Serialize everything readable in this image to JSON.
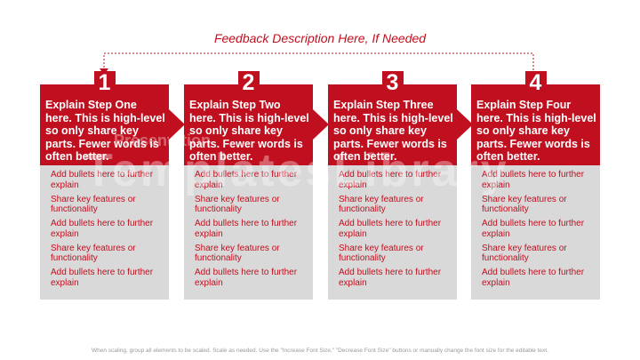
{
  "feedback": {
    "title": "Feedback Description Here, If Needed"
  },
  "steps": [
    {
      "number": "1",
      "text": "Explain Step One here. This is high-level so only share key parts. Fewer words is often better.",
      "bullets": [
        "Add bullets here to further explain",
        "Share key features or functionality",
        "Add bullets here to further explain",
        "Share key features or functionality",
        "Add bullets here to further explain"
      ]
    },
    {
      "number": "2",
      "text": "Explain Step Two here. This is high-level so only share key parts. Fewer words is often better.",
      "bullets": [
        "Add bullets here to further explain",
        "Share key features or functionality",
        "Add bullets here to further explain",
        "Share key features or functionality",
        "Add bullets here to further explain"
      ]
    },
    {
      "number": "3",
      "text": "Explain Step Three here. This is high-level so only share key parts. Fewer words is often better.",
      "bullets": [
        "Add bullets here to further explain",
        "Share key features or functionality",
        "Add bullets here to further explain",
        "Share key features or functionality",
        "Add bullets here to further explain"
      ]
    },
    {
      "number": "4",
      "text": "Explain Step Four here. This is high-level so only share key parts. Fewer words is often better.",
      "bullets": [
        "Add bullets here to further explain",
        "Share key features or functionality",
        "Add bullets here to further explain",
        "Share key features or functionality",
        "Add bullets here to further explain"
      ]
    }
  ],
  "watermark": {
    "small": "Presentation",
    "large": "TemplatesLibrary"
  },
  "footer": {
    "note": "When scaling, group all elements to be scaled. Scale as needed. Use the \"Increase Font Size,\" \"Decrease Font Size\" buttons or manually change the font size for the editable text."
  },
  "colors": {
    "accent": "#c0101f",
    "panel": "#d9d9d9"
  }
}
